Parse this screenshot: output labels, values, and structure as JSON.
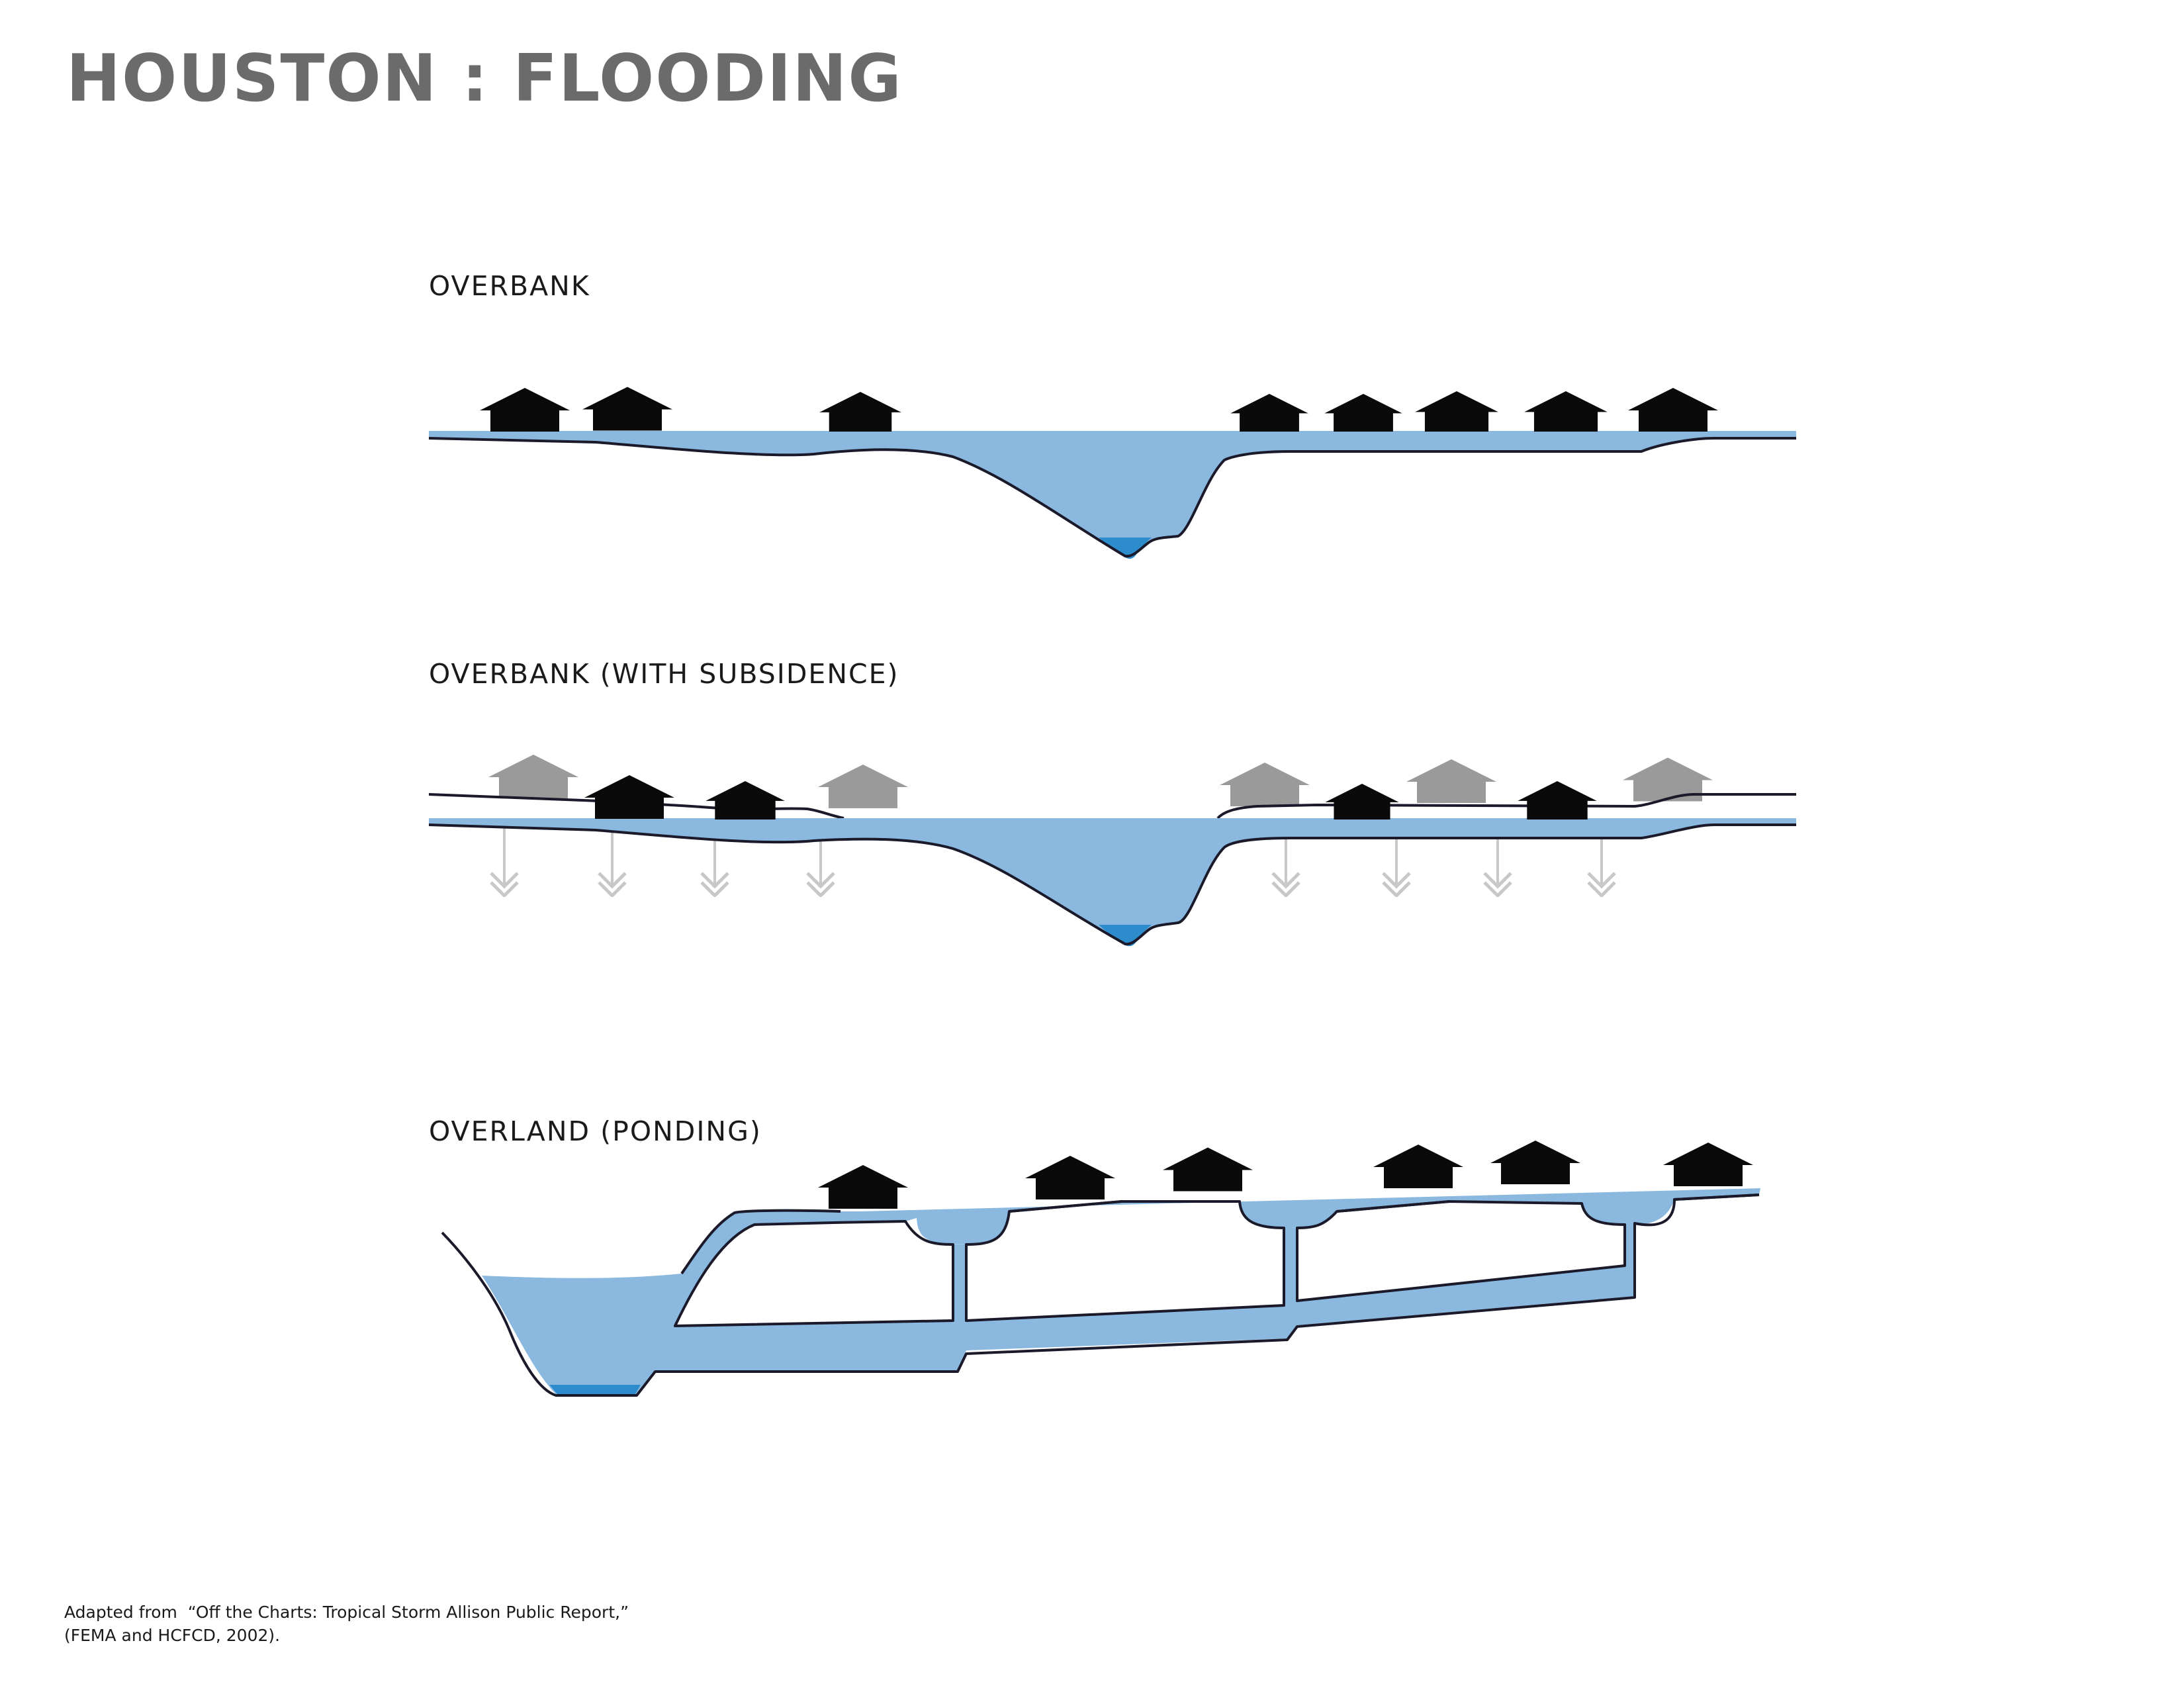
{
  "title": "HOUSTON : FLOODING",
  "colors": {
    "floodwater": "#8ab8df",
    "channel_water": "#2d8ccc",
    "ground_line": "#1a1a2a",
    "house_current": "#0a0a0a",
    "house_pre_subsidence": "#9a9a9a",
    "subsidence_arrow": "#c8c8c8",
    "title": "#6b6b6b"
  },
  "panels": [
    {
      "label": "OVERBANK",
      "icons": [
        "house-icon"
      ]
    },
    {
      "label": "OVERBANK (WITH SUBSIDENCE)",
      "icons": [
        "house-icon",
        "subsidence-arrow-icon"
      ]
    },
    {
      "label": "OVERLAND (PONDING)",
      "icons": [
        "house-icon",
        "storm-drain-icon"
      ]
    }
  ],
  "credit": {
    "line1": "Adapted from  “Off the Charts: Tropical Storm Allison Public Report,”",
    "line2": "(FEMA and HCFCD, 2002)."
  }
}
